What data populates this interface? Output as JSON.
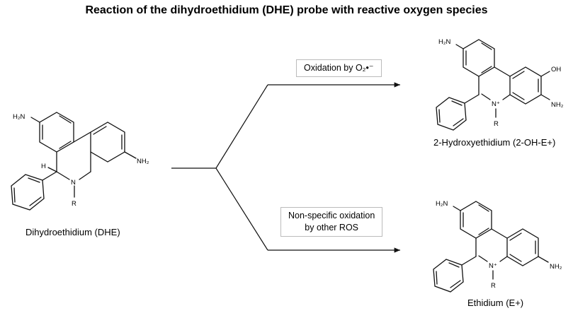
{
  "title": "Reaction of the dihydroethidium (DHE) probe with reactive oxygen species",
  "reactant": {
    "name": "Dihydroethidium (DHE)",
    "atoms": {
      "amine_left": "H₂N",
      "amine_right": "NH₂",
      "hydrogen": "H",
      "nitrogen": "N",
      "r_group": "R"
    }
  },
  "product_top": {
    "name": "2-Hydroxyethidium (2-OH-E+)",
    "atoms": {
      "amine_left": "H₂N",
      "amine_right": "NH₂",
      "hydroxyl": "OH",
      "nitrogen": "N⁺",
      "r_group": "R"
    }
  },
  "product_bottom": {
    "name": "Ethidium (E+)",
    "atoms": {
      "amine_left": "H₂N",
      "amine_right": "NH₂",
      "nitrogen": "N⁺",
      "r_group": "R"
    }
  },
  "pathways": {
    "top_label": "Oxidation by O₂•⁻",
    "bottom_label_line1": "Non-specific oxidation",
    "bottom_label_line2": "by other ROS"
  }
}
